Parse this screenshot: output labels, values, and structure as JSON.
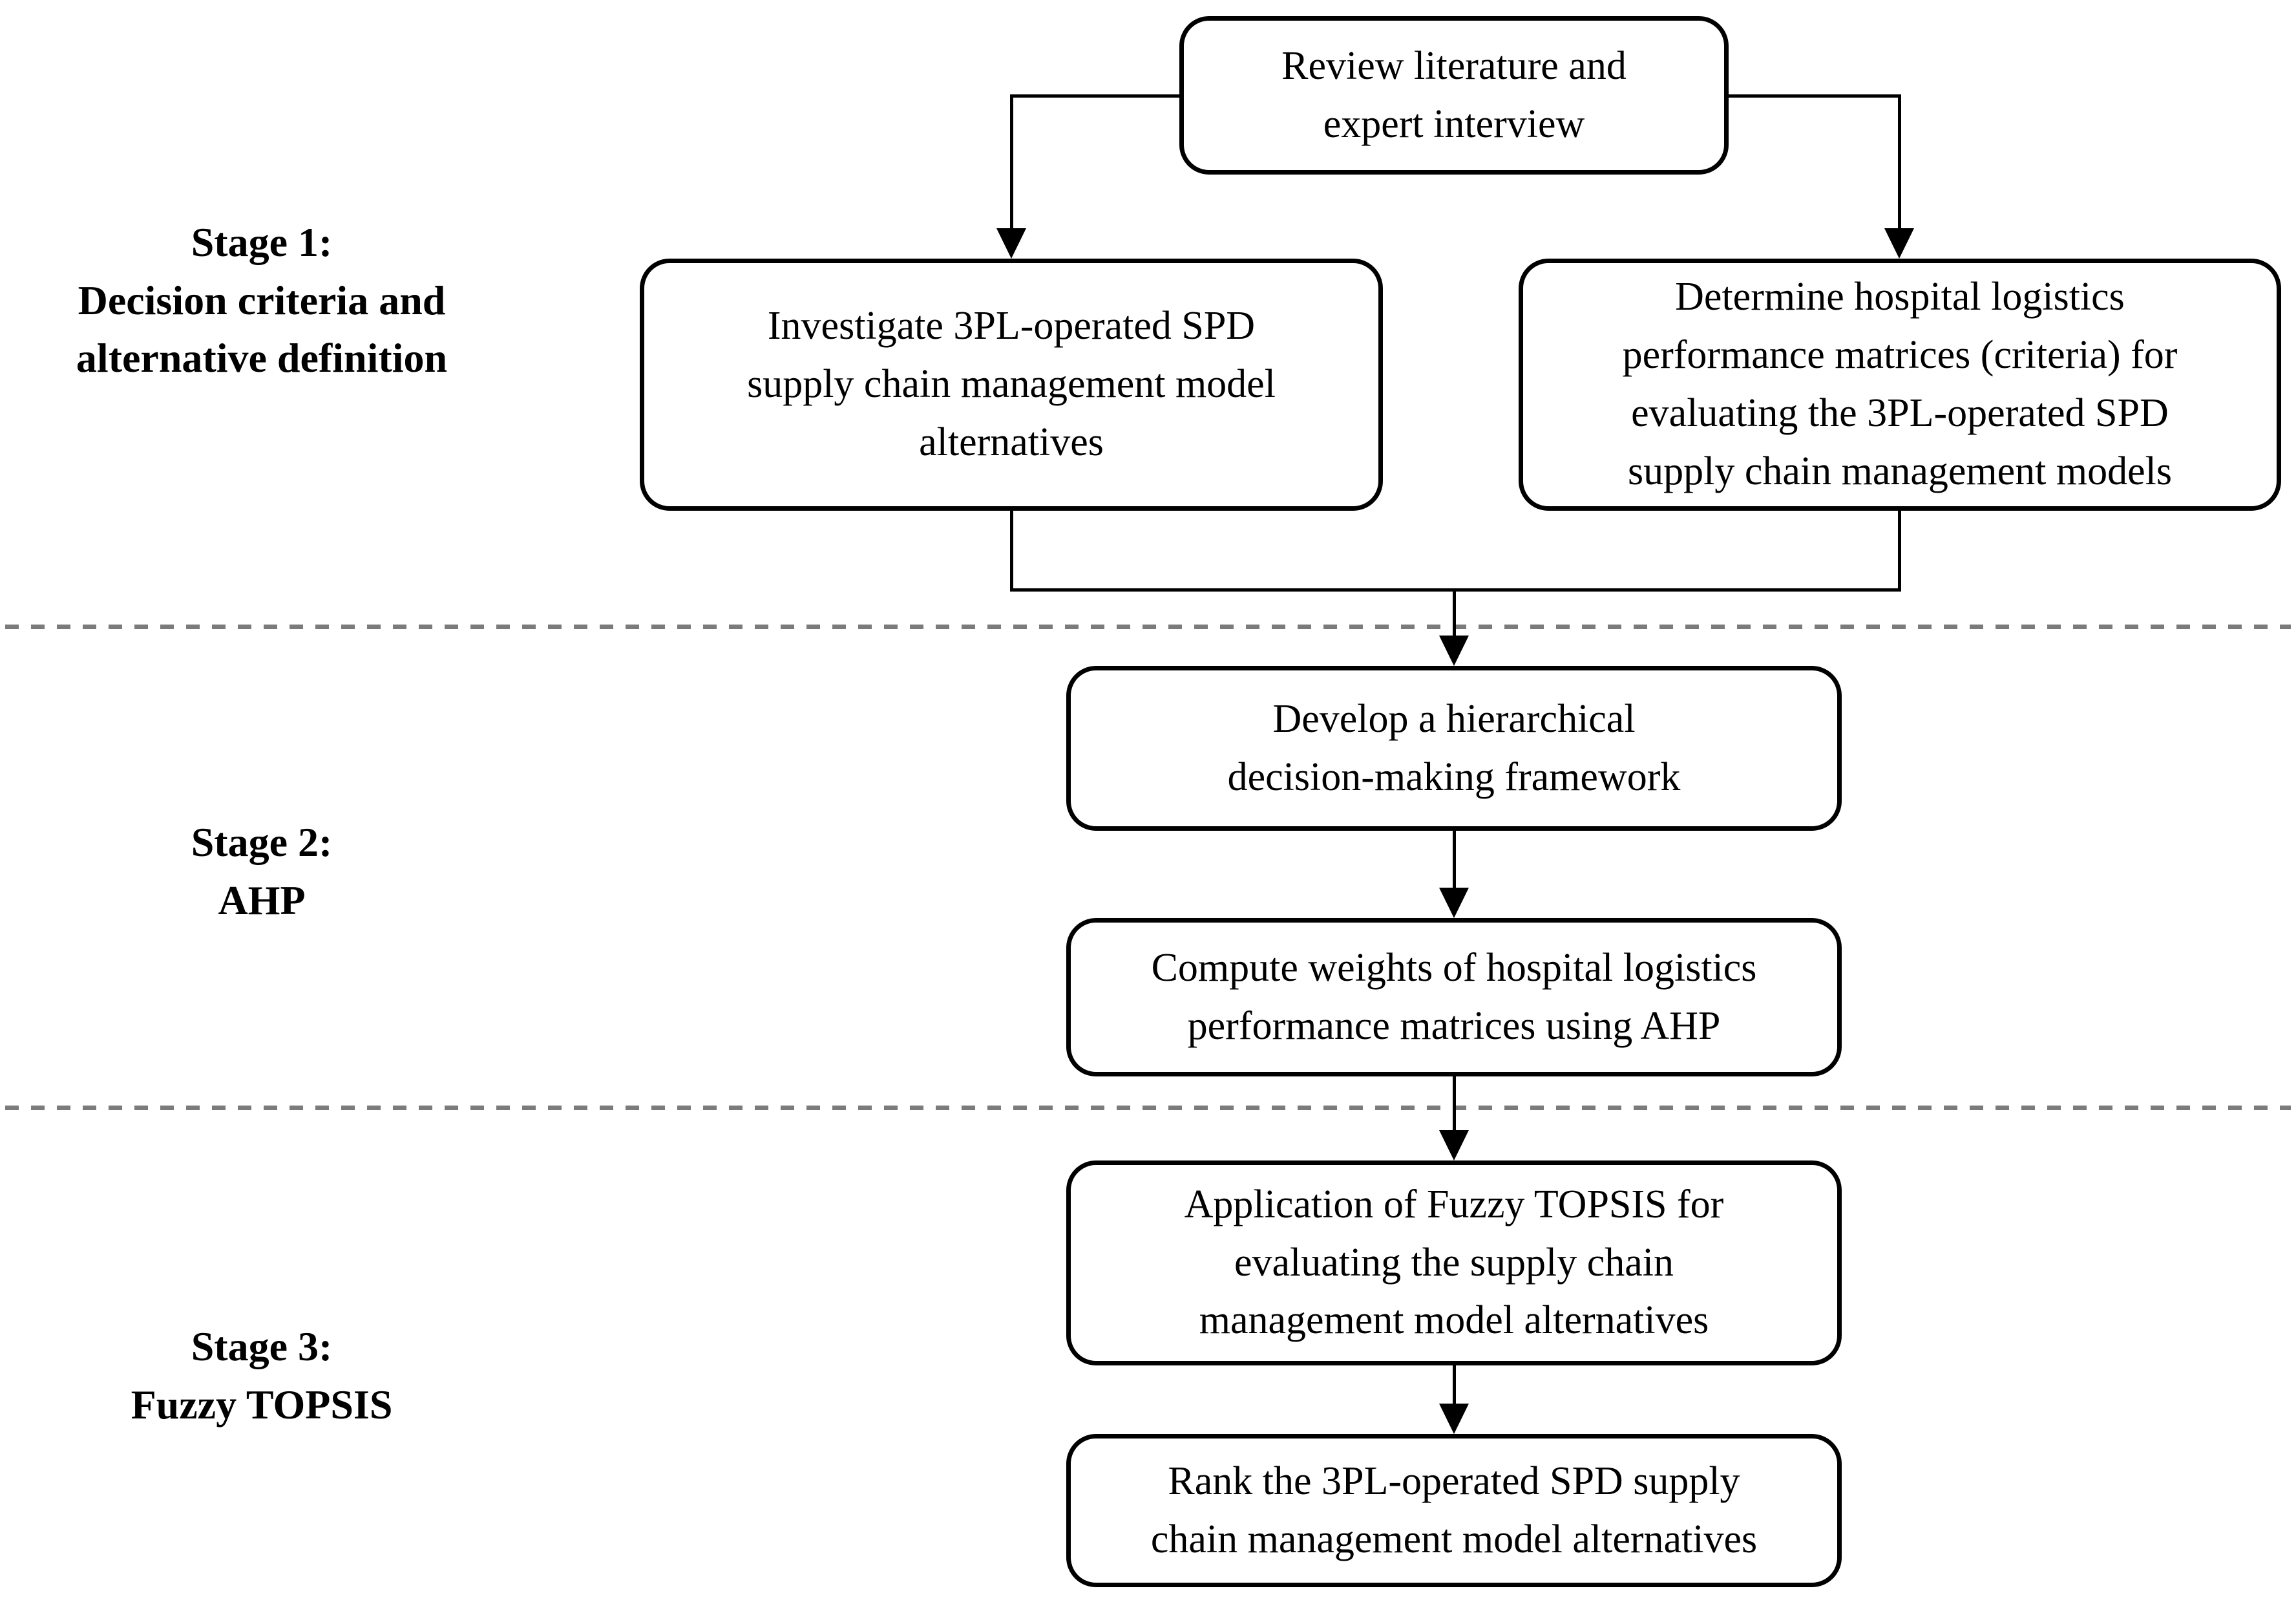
{
  "diagram": {
    "type": "methodology-flowchart",
    "background_color": "#ffffff",
    "box_border_color": "#000000",
    "text_color": "#000000",
    "divider_color": "#7b7b7b",
    "stage_labels": {
      "stage1": "Stage 1:\nDecision criteria and\nalternative definition",
      "stage2": "Stage 2:\nAHP",
      "stage3": "Stage 3:\nFuzzy TOPSIS"
    },
    "boxes": {
      "review_literature": "Review literature and\nexpert interview",
      "investigate_alternatives": "Investigate 3PL-operated SPD\nsupply chain management model\nalternatives",
      "determine_criteria": "Determine hospital logistics\nperformance matrices (criteria) for\nevaluating the 3PL-operated SPD\nsupply chain management models",
      "develop_framework": "Develop a hierarchical\ndecision-making framework",
      "compute_weights": "Compute weights of hospital logistics\nperformance matrices using AHP",
      "apply_fuzzy_topsis": "Application of Fuzzy TOPSIS for\nevaluating the supply chain\nmanagement model alternatives",
      "rank_alternatives": "Rank the 3PL-operated SPD supply\nchain management model alternatives"
    }
  }
}
